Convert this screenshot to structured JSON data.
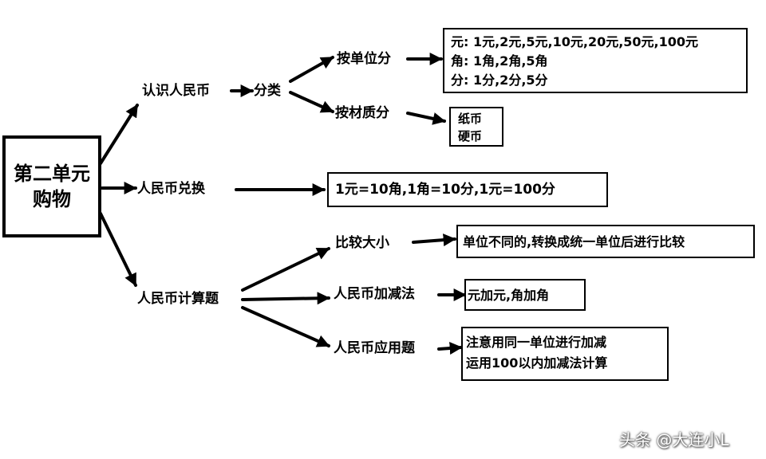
{
  "root": {
    "line1": "第二单元",
    "line2": "购物"
  },
  "branch1": {
    "label": "认识人民币",
    "classify": "分类",
    "by_unit": "按单位分",
    "by_unit_box": [
      "元: 1元,2元,5元,10元,20元,50元,100元",
      "角: 1角,2角,5角",
      "分: 1分,2分,5分"
    ],
    "by_material": "按材质分",
    "by_material_box": [
      "纸币",
      "硬币"
    ]
  },
  "branch2": {
    "label": "人民币兑换",
    "box": "1元=10角,1角=10分,1元=100分"
  },
  "branch3": {
    "label": "人民币计算题",
    "compare": "比较大小",
    "compare_box": "单位不同的,转换成统一单位后进行比较",
    "addsub": "人民币加减法",
    "addsub_box": "元加元,角加角",
    "word": "人民币应用题",
    "word_box": [
      "注意用同一单位进行加减",
      "运用100以内加减法计算"
    ]
  },
  "watermark": "头条 @大连小L",
  "colors": {
    "line": "#000000",
    "background": "#ffffff"
  }
}
